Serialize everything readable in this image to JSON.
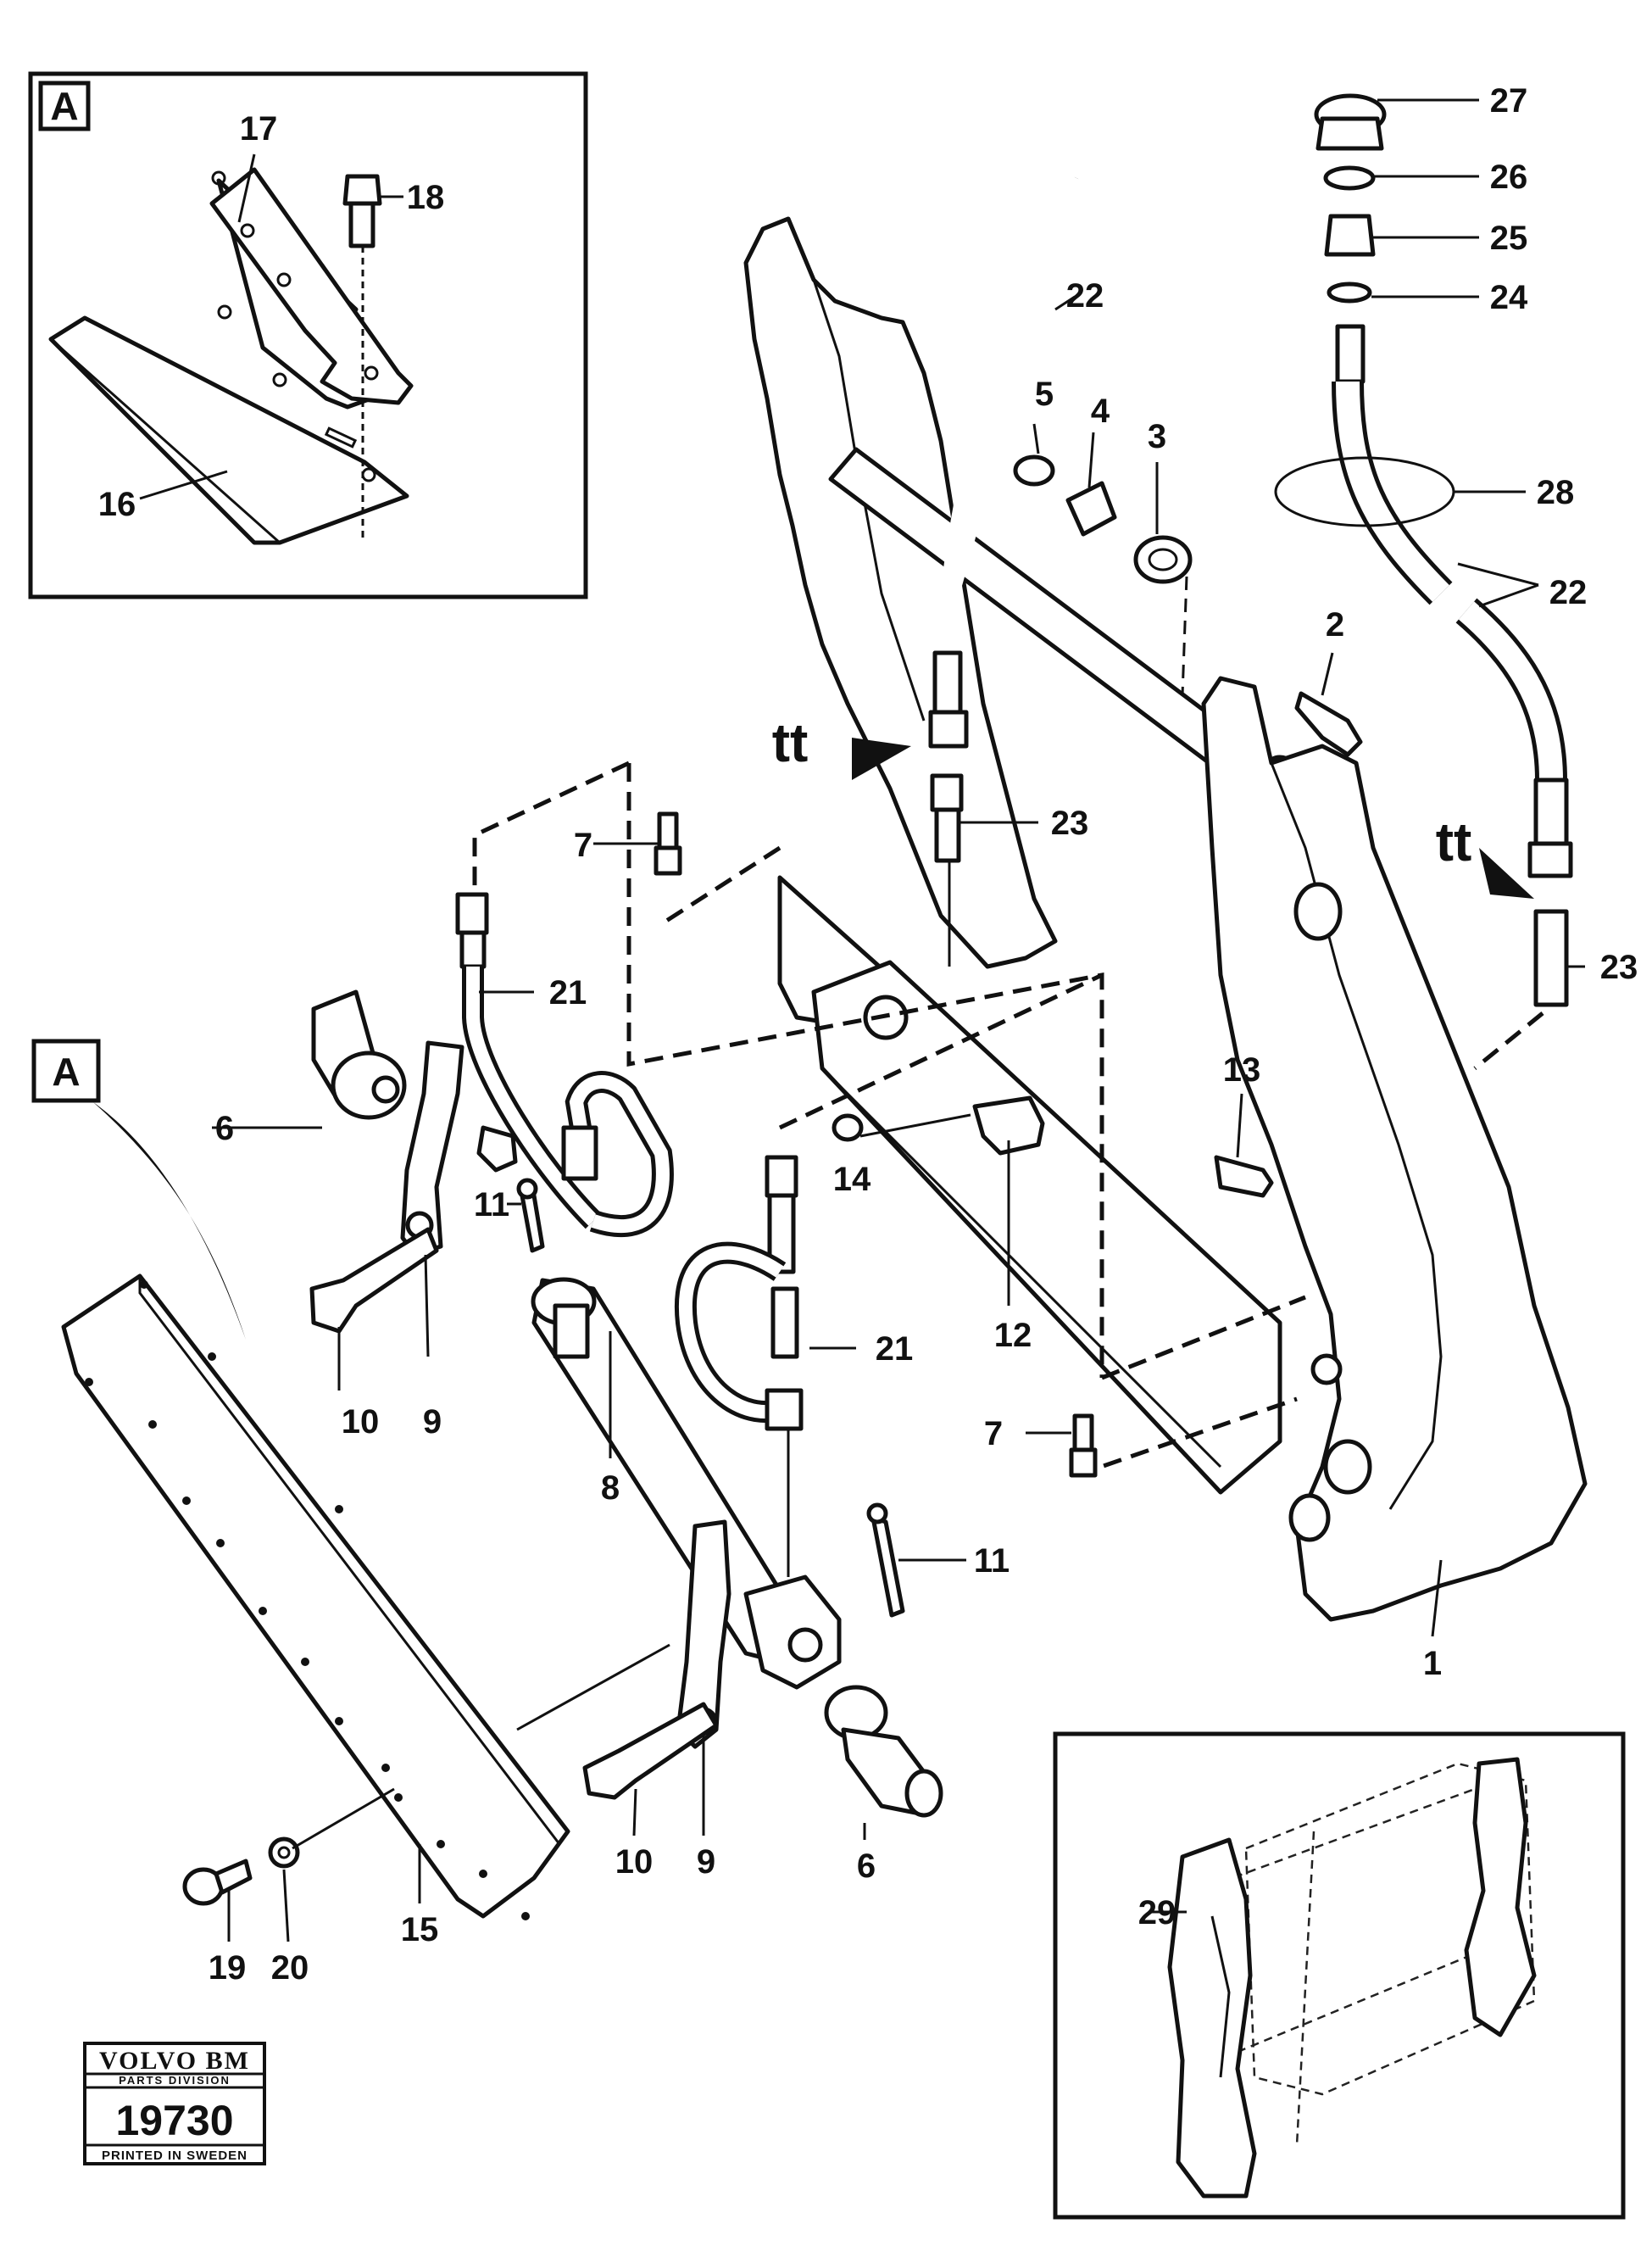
{
  "inset_a": {
    "tag": "A"
  },
  "detail_a": {
    "tag": "A"
  },
  "markers": {
    "tt_left": "tt",
    "tt_right": "tt"
  },
  "callouts": {
    "c1": "1",
    "c2": "2",
    "c3": "3",
    "c4": "4",
    "c5": "5",
    "c6a": "6",
    "c6b": "6",
    "c7a": "7",
    "c7b": "7",
    "c8": "8",
    "c9a": "9",
    "c9b": "9",
    "c10a": "10",
    "c10b": "10",
    "c11a": "11",
    "c11b": "11",
    "c12": "12",
    "c13": "13",
    "c14": "14",
    "c15": "15",
    "c16": "16",
    "c17": "17",
    "c18": "18",
    "c19": "19",
    "c20": "20",
    "c21a": "21",
    "c21b": "21",
    "c22a": "22",
    "c22b": "22",
    "c23a": "23",
    "c23b": "23",
    "c24": "24",
    "c25": "25",
    "c26": "26",
    "c27": "27",
    "c28": "28",
    "c29": "29"
  },
  "stamp": {
    "brand": "VOLVO BM",
    "division": "PARTS DIVISION",
    "number": "19730",
    "printed": "PRINTED IN SWEDEN"
  }
}
